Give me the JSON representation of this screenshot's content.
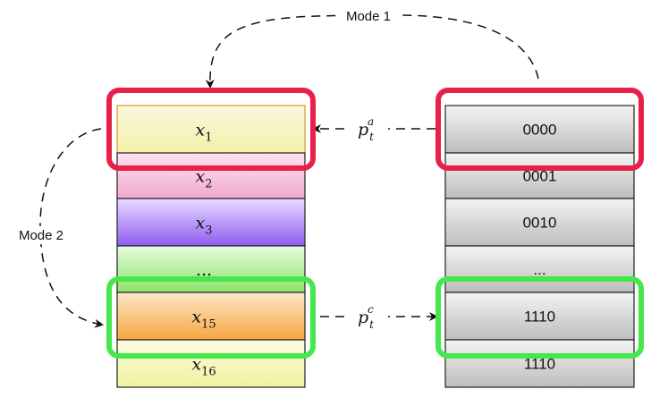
{
  "mode_labels": {
    "mode1": "Mode 1",
    "mode2": "Mode 2"
  },
  "arrow_labels": {
    "top": {
      "base": "p",
      "sub": "t",
      "sup": "a"
    },
    "bottom": {
      "base": "p",
      "sub": "t",
      "sup": "c"
    }
  },
  "left_column": [
    {
      "base": "x",
      "sub": "1",
      "fill_top": "#fbf7e0",
      "fill_bottom": "#f3f0a8",
      "stroke": "#d89a2a"
    },
    {
      "base": "x",
      "sub": "2",
      "fill_top": "#fce4f0",
      "fill_bottom": "#f1a9cf",
      "stroke": "#222222"
    },
    {
      "base": "x",
      "sub": "3",
      "fill_top": "#e8dcff",
      "fill_bottom": "#8e5cf0",
      "stroke": "#222222"
    },
    {
      "base": "...",
      "sub": "",
      "fill_top": "#e6fbe0",
      "fill_bottom": "#8ee36a",
      "stroke": "#222222"
    },
    {
      "base": "x",
      "sub": "15",
      "fill_top": "#fde8c8",
      "fill_bottom": "#f7a640",
      "stroke": "#222222"
    },
    {
      "base": "x",
      "sub": "16",
      "fill_top": "#fbfbe0",
      "fill_bottom": "#f2f2a0",
      "stroke": "#222222"
    }
  ],
  "right_column": [
    {
      "label": "0000"
    },
    {
      "label": "0001"
    },
    {
      "label": "0010"
    },
    {
      "label": "..."
    },
    {
      "label": "1110"
    },
    {
      "label": "1110"
    }
  ],
  "colors": {
    "highlight_red": "#e8204a",
    "highlight_green": "#44e84c",
    "gray_top": "#f4f4f4",
    "gray_bottom": "#bdbdbd"
  }
}
